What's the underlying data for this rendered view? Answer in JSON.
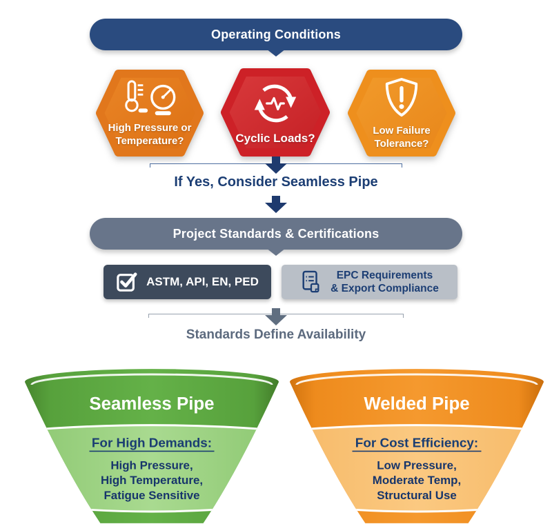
{
  "banner": {
    "label": "Operating Conditions"
  },
  "hexagons": [
    {
      "icon": "thermometer-gauge-icon",
      "lines": [
        "High Pressure or",
        "Temperature?"
      ]
    },
    {
      "icon": "cyclic-loads-icon",
      "lines": [
        "Cyclic Loads?"
      ]
    },
    {
      "icon": "shield-alert-icon",
      "lines": [
        "Low Failure",
        "Tolerance?"
      ]
    }
  ],
  "decision_note": "If Yes, Consider Seamless Pipe",
  "standards_pill": {
    "label": "Project Standards & Certifications"
  },
  "standards_boxes": [
    {
      "icon": "checkbox-icon",
      "lines": [
        "ASTM, API, EN, PED"
      ]
    },
    {
      "icon": "document-icon",
      "lines": [
        "EPC Requirements",
        "& Export Compliance"
      ]
    }
  ],
  "availability_note": "Standards Define Availability",
  "funnels": [
    {
      "title": "Seamless Pipe",
      "subtitle": "For High Demands:",
      "items": [
        "High Pressure,",
        "High Temperature,",
        "Fatigue Sensitive"
      ]
    },
    {
      "title": "Welded Pipe",
      "subtitle": "For Cost Efficiency:",
      "items": [
        "Low Pressure,",
        "Moderate Temp,",
        "Structural Use"
      ]
    }
  ],
  "colors": {
    "banner_blue": "#2a4b7f",
    "hex_orange": "#e1771c",
    "hex_red": "#cd2127",
    "hex_amber": "#ee8f1d",
    "pill_gray": "#68758a",
    "box_dark": "#3d4a5c",
    "box_light": "#b9bfc7",
    "navy_text": "#1c3e74",
    "slate_text": "#5c6a7e",
    "arrow_blue": "#1e3a6e",
    "arrow_gray": "#5f6e80",
    "green_dark": "#57a13c",
    "green_light": "#9ed385",
    "orange_dark": "#ee8b1d",
    "orange_light": "#f9c278"
  }
}
